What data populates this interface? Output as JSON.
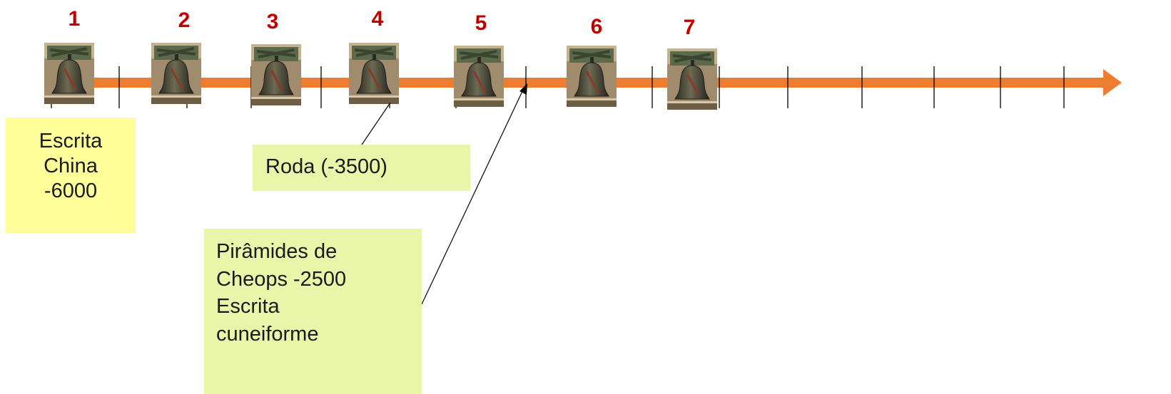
{
  "colors": {
    "arrow": "#ed7d31",
    "number_text": "#c00000",
    "note_background": "#e9f5a9",
    "note_background_alt": "#ffff99",
    "tick": "#000000"
  },
  "bell_icon": "church-bell-icon",
  "markers": [
    {
      "label": "1"
    },
    {
      "label": "2"
    },
    {
      "label": "3"
    },
    {
      "label": "4"
    },
    {
      "label": "5"
    },
    {
      "label": "6"
    },
    {
      "label": "7"
    }
  ],
  "notes": {
    "escrita_china": {
      "lines": [
        "Escrita",
        "China",
        "-6000"
      ]
    },
    "roda": {
      "text": "Roda (-3500)"
    },
    "piramides": {
      "lines": [
        "Pirâmides de",
        "Cheops  -2500",
        "Escrita",
        "cuneiforme"
      ]
    }
  }
}
